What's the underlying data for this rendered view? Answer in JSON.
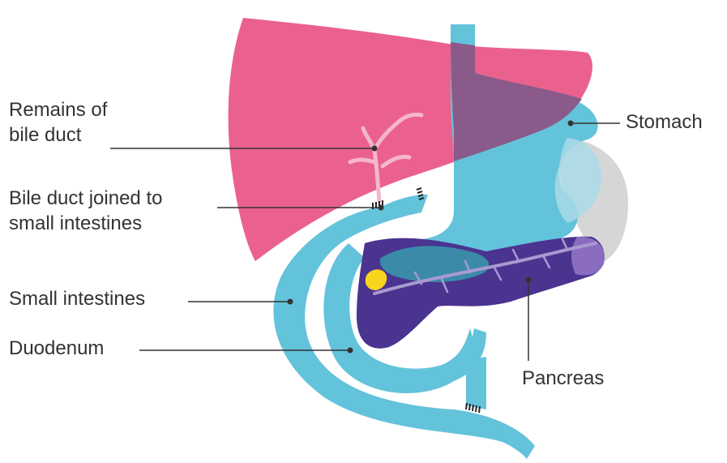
{
  "labels": {
    "remains_of_bile_duct": [
      "Remains of",
      "bile duct"
    ],
    "bile_duct_joined": [
      "Bile duct joined to",
      "small intestines"
    ],
    "small_intestines": "Small intestines",
    "duodenum": "Duodenum",
    "stomach": "Stomach",
    "pancreas": "Pancreas"
  },
  "colors": {
    "liver": "#e8457a",
    "intestine": "#63c3db",
    "stomach_overlap": "#8a5a8a",
    "pancreas": "#4b3390",
    "pancreas_duct": "#a89ad0",
    "spleen": "#d6d6d6",
    "bile_duct": "#f5b6cc",
    "gallstone": "#f7d51d",
    "leader_line": "#333333"
  }
}
